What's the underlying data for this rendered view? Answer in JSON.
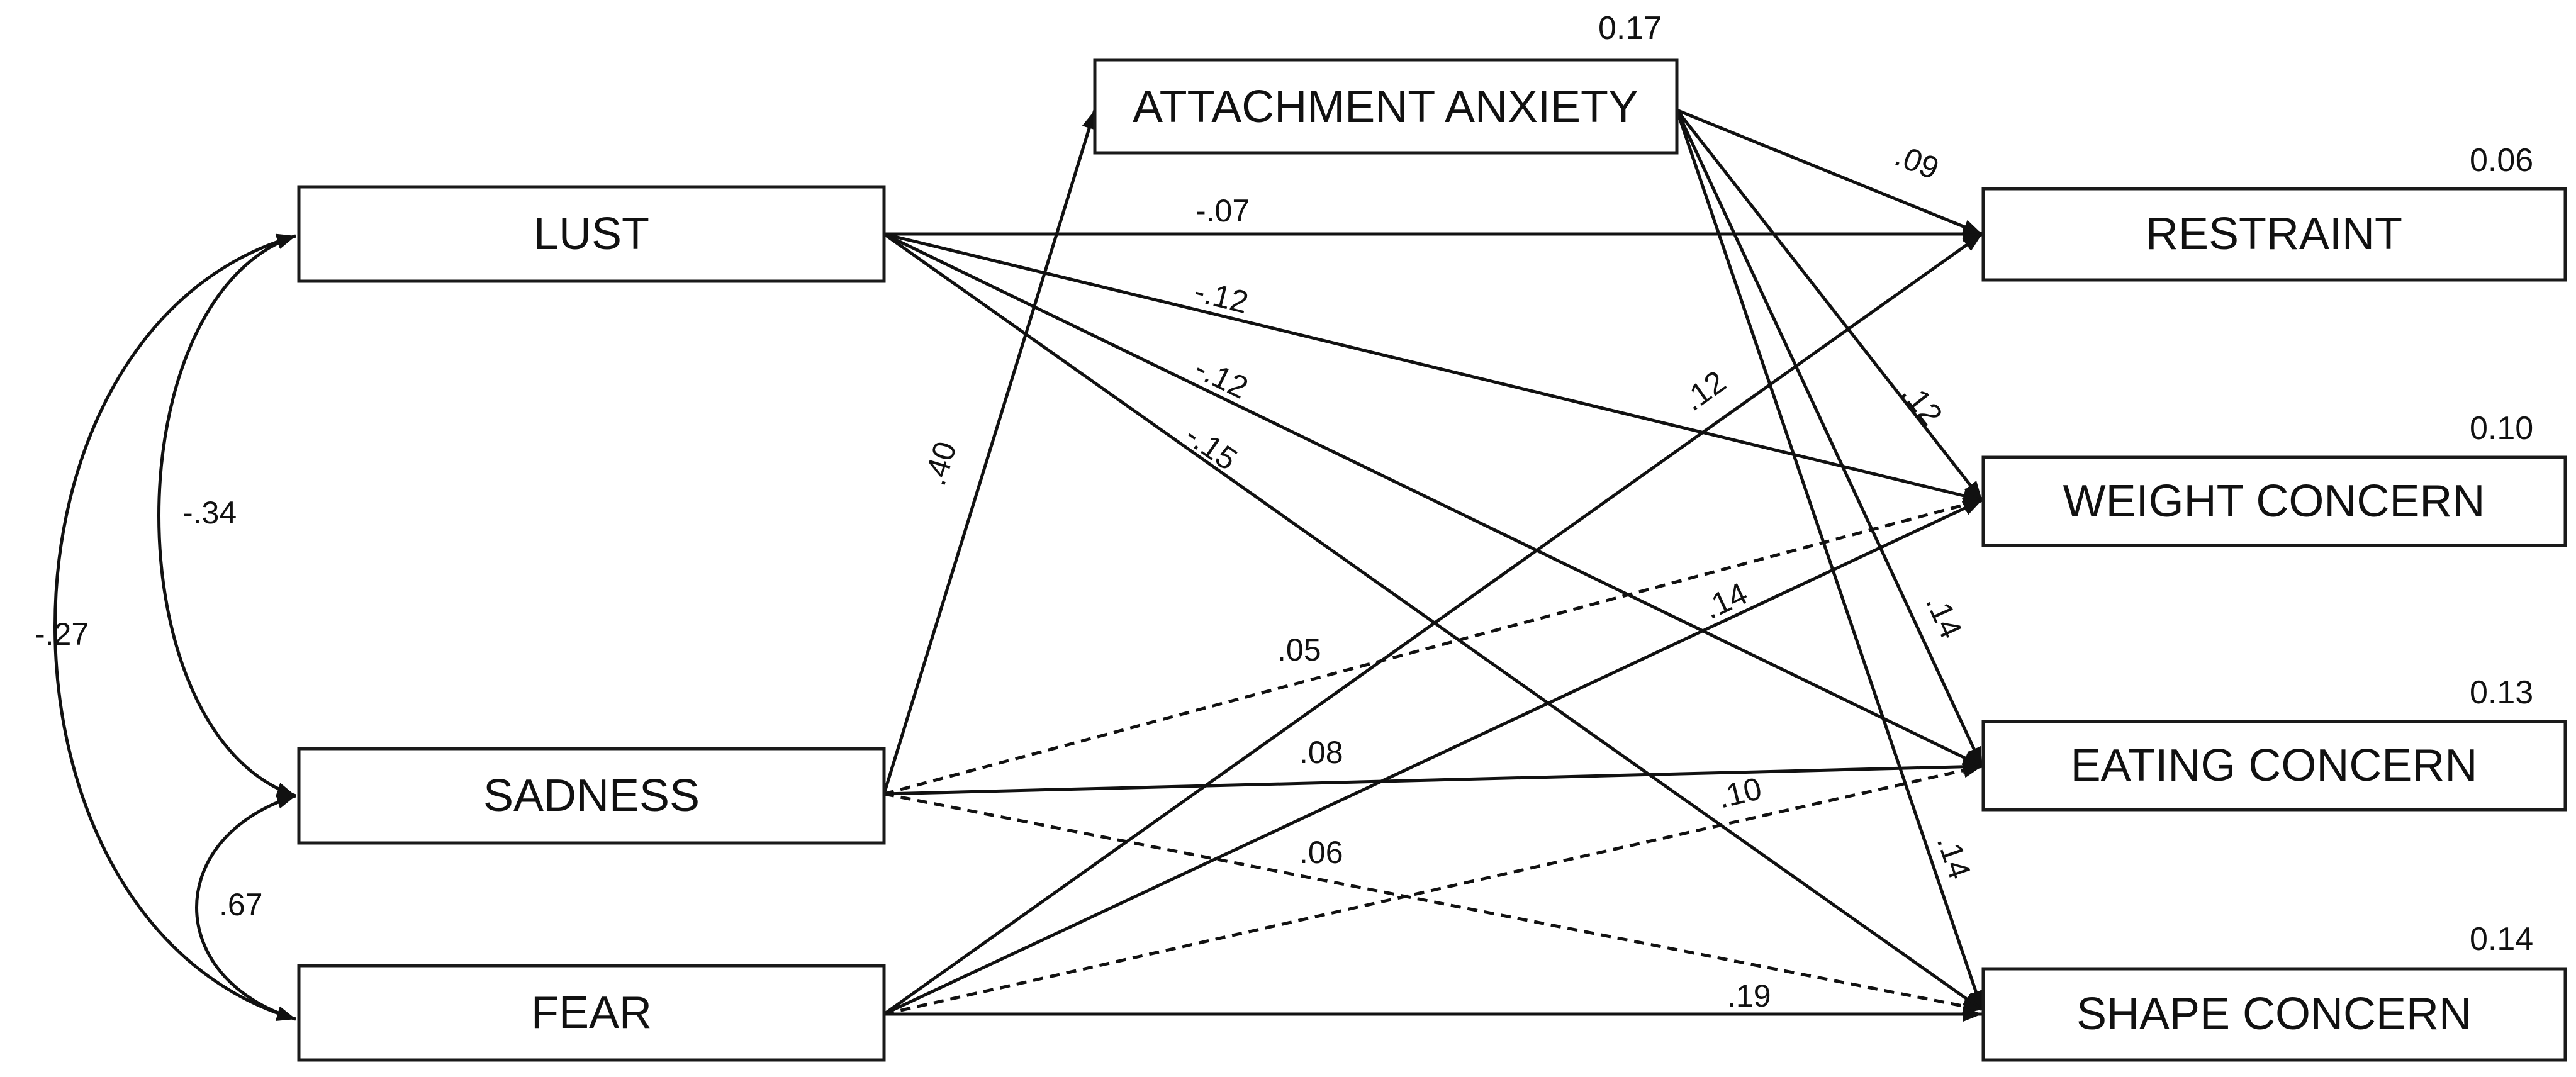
{
  "nodes": {
    "lust": {
      "label": "LUST"
    },
    "sadness": {
      "label": "SADNESS"
    },
    "fear": {
      "label": "FEAR"
    },
    "attachment": {
      "label": "ATTACHMENT ANXIETY",
      "r2": "0.17"
    },
    "restraint": {
      "label": "RESTRAINT",
      "r2": "0.06"
    },
    "weight": {
      "label": "WEIGHT CONCERN",
      "r2": "0.10"
    },
    "eating": {
      "label": "EATING CONCERN",
      "r2": "0.13"
    },
    "shape": {
      "label": "SHAPE CONCERN",
      "r2": "0.14"
    }
  },
  "paths": {
    "lust_restraint": "-.07",
    "lust_weight": "-.12",
    "lust_eating": "-.12",
    "lust_shape": "-.15",
    "sadness_attachment": ".40",
    "sadness_weight": ".05",
    "sadness_eating": ".08",
    "sadness_shape": ".06",
    "fear_restraint": ".12",
    "fear_weight": ".14",
    "fear_eating": ".10",
    "fear_shape": ".19",
    "attachment_restraint": ".09",
    "attachment_weight": ".12",
    "attachment_eating": ".14",
    "attachment_shape": ".14"
  },
  "correlations": {
    "lust_sadness": "-.34",
    "lust_fear": "-.27",
    "sadness_fear": ".67"
  }
}
